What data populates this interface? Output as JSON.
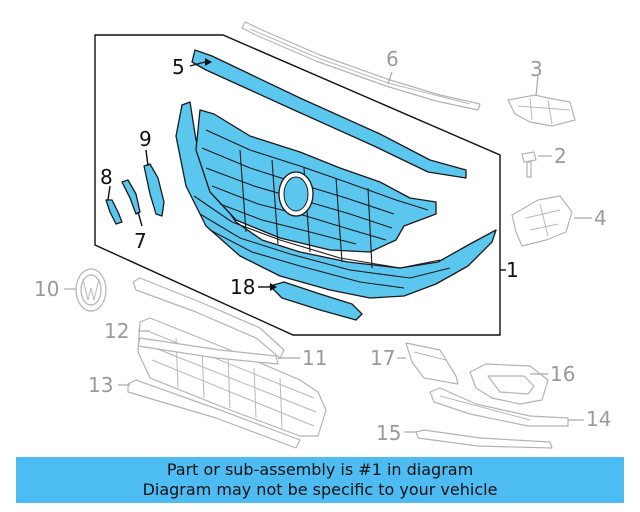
{
  "diagram": {
    "callouts": {
      "c1": "1",
      "c2": "2",
      "c3": "3",
      "c4": "4",
      "c5": "5",
      "c6": "6",
      "c7": "7",
      "c8": "8",
      "c9": "9",
      "c10": "10",
      "c11": "11",
      "c12": "12",
      "c13": "13",
      "c14": "14",
      "c15": "15",
      "c16": "16",
      "c17": "17",
      "c18": "18"
    },
    "colors": {
      "highlight": "#5bc6ee",
      "banner": "#4dbcf2",
      "dim_part": "#b4b4b4"
    }
  },
  "banner": {
    "line1": "Part or sub-assembly is #1 in diagram",
    "line2": "Diagram may not be specific to your vehicle"
  }
}
